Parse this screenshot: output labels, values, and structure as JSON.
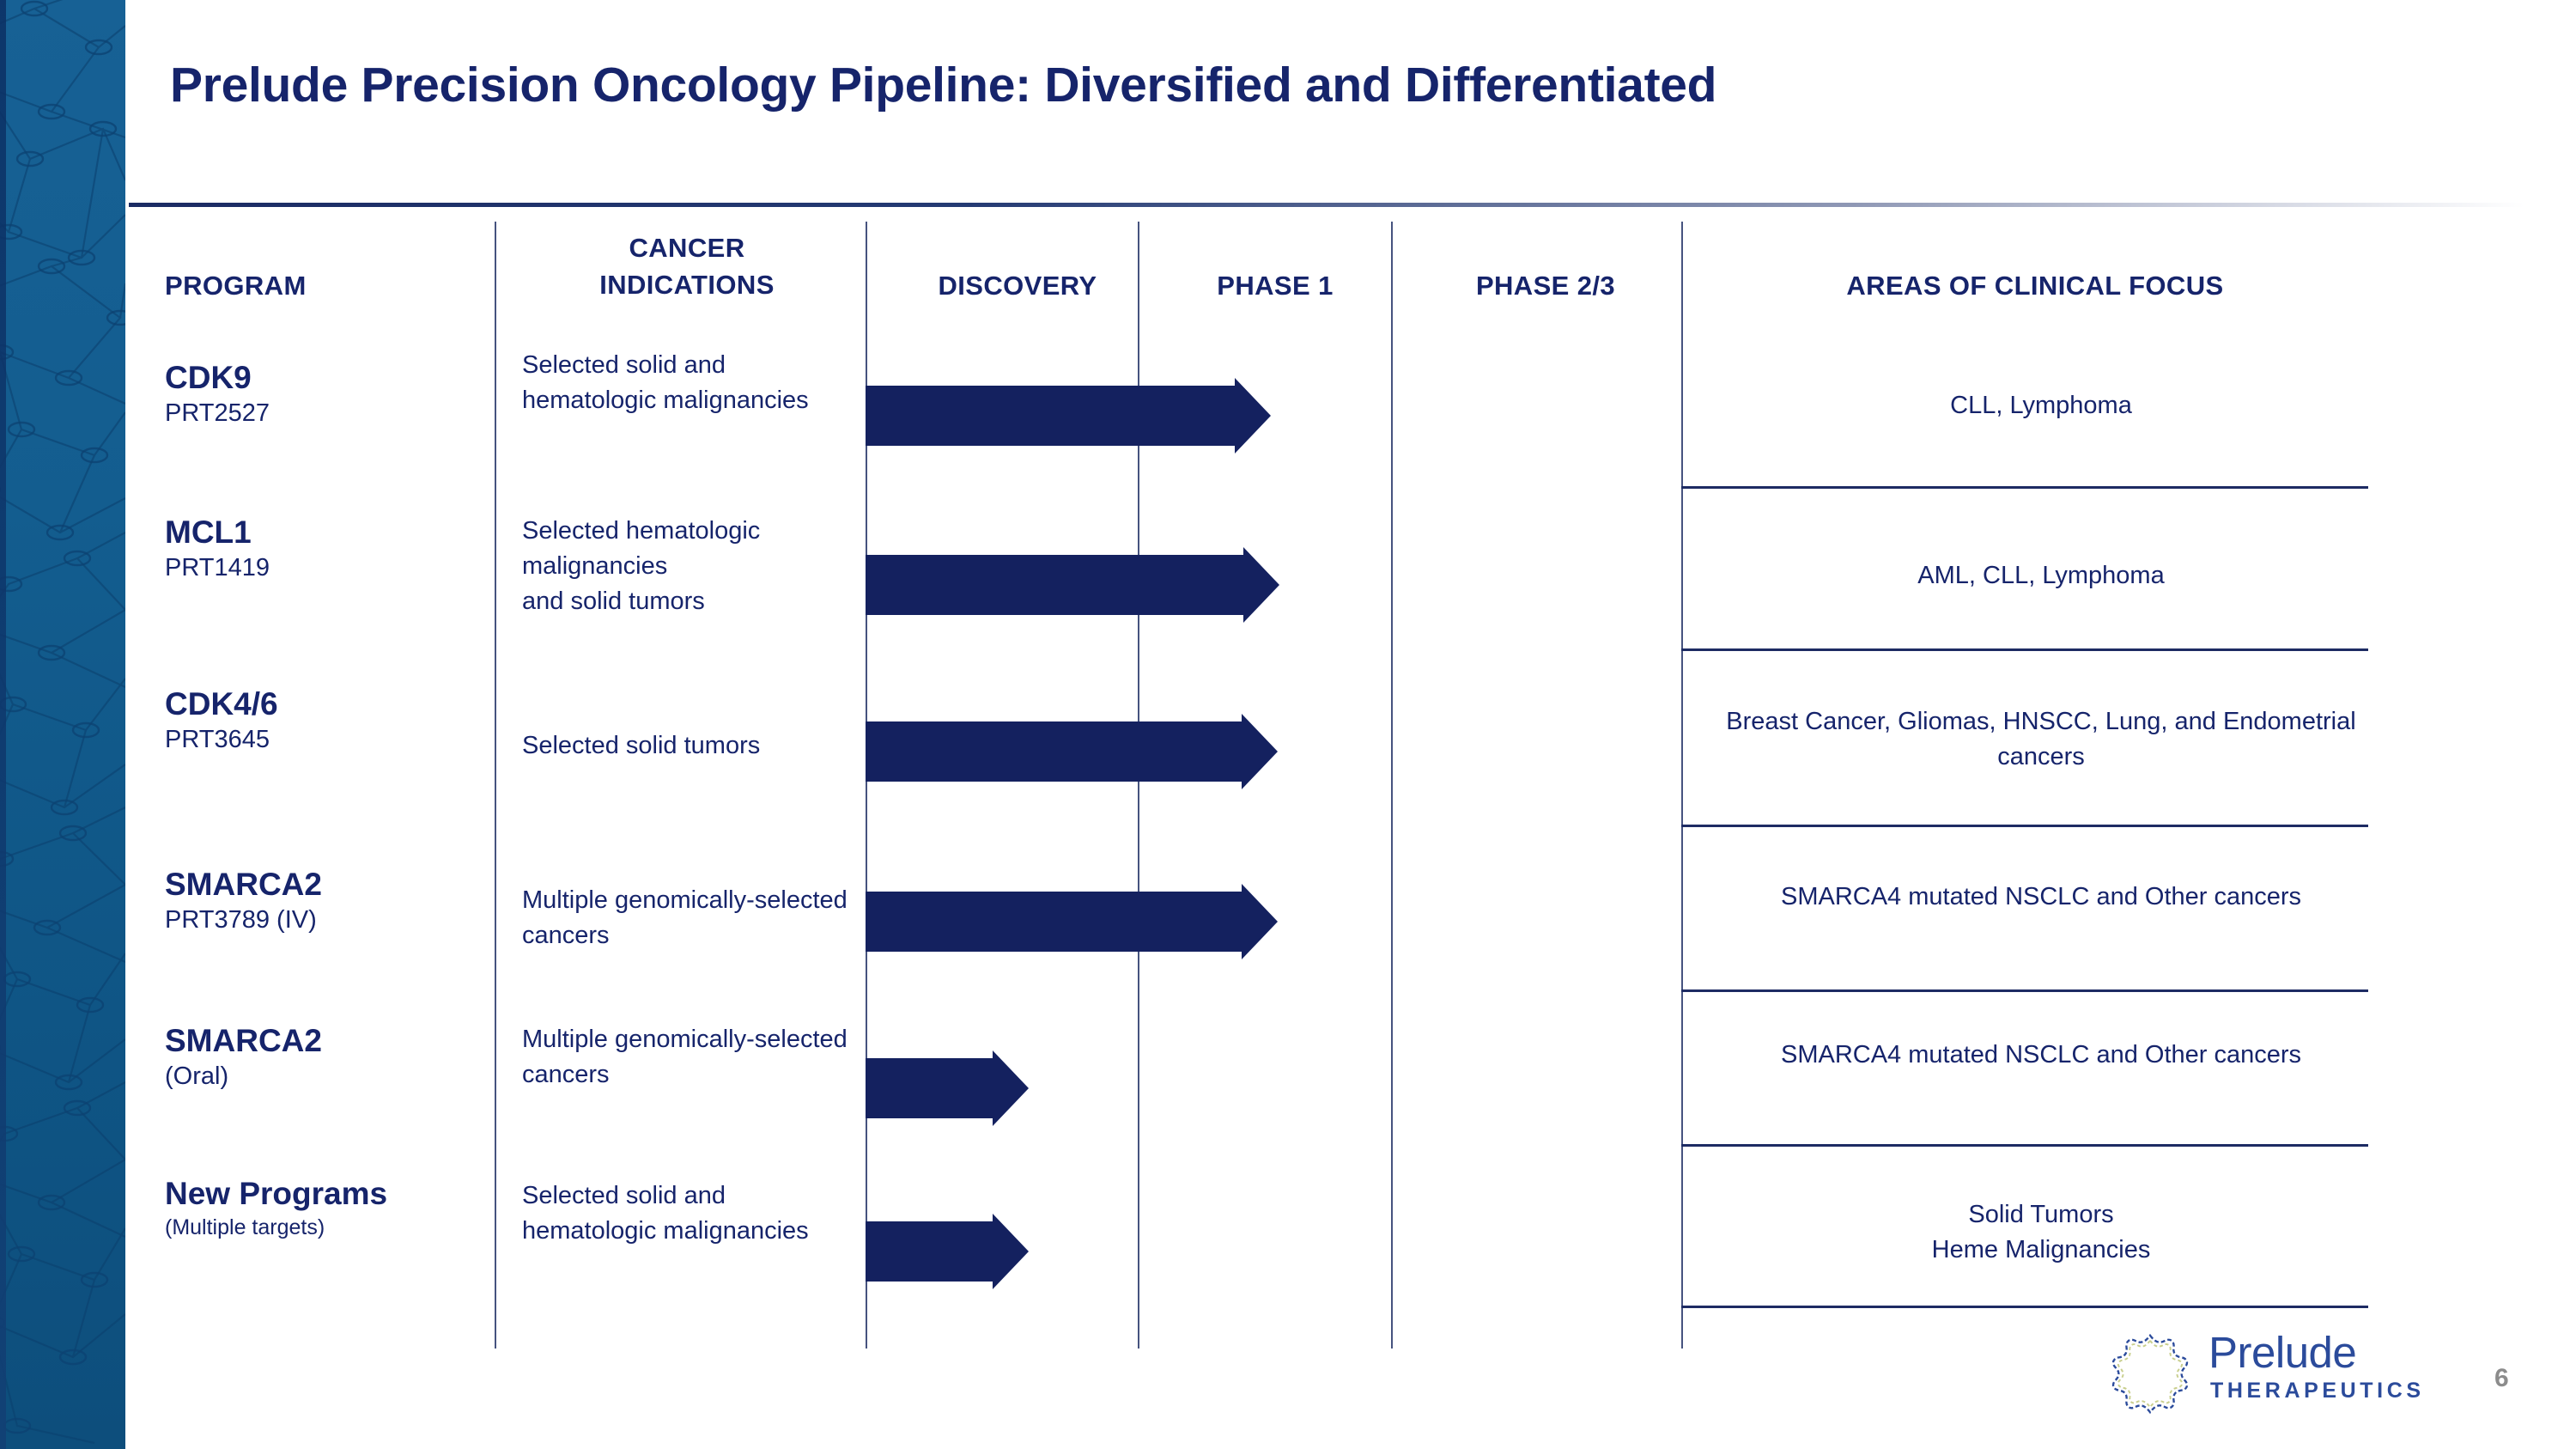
{
  "slide": {
    "title": "Prelude Precision Oncology Pipeline: Diversified and Differentiated",
    "page_number": "6"
  },
  "headers": {
    "program": "PROGRAM",
    "cancer_indications_line1": "CANCER",
    "cancer_indications_line2": "INDICATIONS",
    "discovery": "DISCOVERY",
    "phase1": "PHASE 1",
    "phase23": "PHASE 2/3",
    "focus": "AREAS OF CLINICAL FOCUS"
  },
  "rows": [
    {
      "program_name": "CDK9",
      "program_sub": "PRT2527",
      "indication": "Selected solid and hematologic malignancies",
      "focus": "CLL, Lymphoma",
      "stage": "phase1"
    },
    {
      "program_name": "MCL1",
      "program_sub": "PRT1419",
      "indication": "Selected hematologic malignancies\nand solid tumors",
      "focus": "AML, CLL, Lymphoma",
      "stage": "phase1"
    },
    {
      "program_name": "CDK4/6",
      "program_sub": "PRT3645",
      "indication": "Selected solid tumors",
      "focus": "Breast Cancer, Gliomas, HNSCC, Lung, and Endometrial cancers",
      "stage": "phase1"
    },
    {
      "program_name": "SMARCA2",
      "program_sub": "PRT3789 (IV)",
      "indication": "Multiple genomically-selected cancers",
      "focus": "SMARCA4 mutated NSCLC and Other cancers",
      "stage": "phase1"
    },
    {
      "program_name": "SMARCA2",
      "program_sub": "(Oral)",
      "indication": "Multiple genomically-selected cancers",
      "focus": "SMARCA4 mutated NSCLC and Other cancers",
      "stage": "discovery"
    },
    {
      "program_name": "New Programs",
      "program_sub": "(Multiple targets)",
      "indication": "Selected solid and hematologic malignancies",
      "focus": "Solid Tumors\nHeme Malignancies",
      "stage": "discovery"
    }
  ],
  "logo": {
    "wordmark": "Prelude",
    "tagline": "THERAPEUTICS"
  },
  "colors": {
    "navy": "#14215f",
    "title_navy": "#16246b",
    "rail_blue": "#135d8f",
    "logo_blue": "#2b4b9b"
  }
}
